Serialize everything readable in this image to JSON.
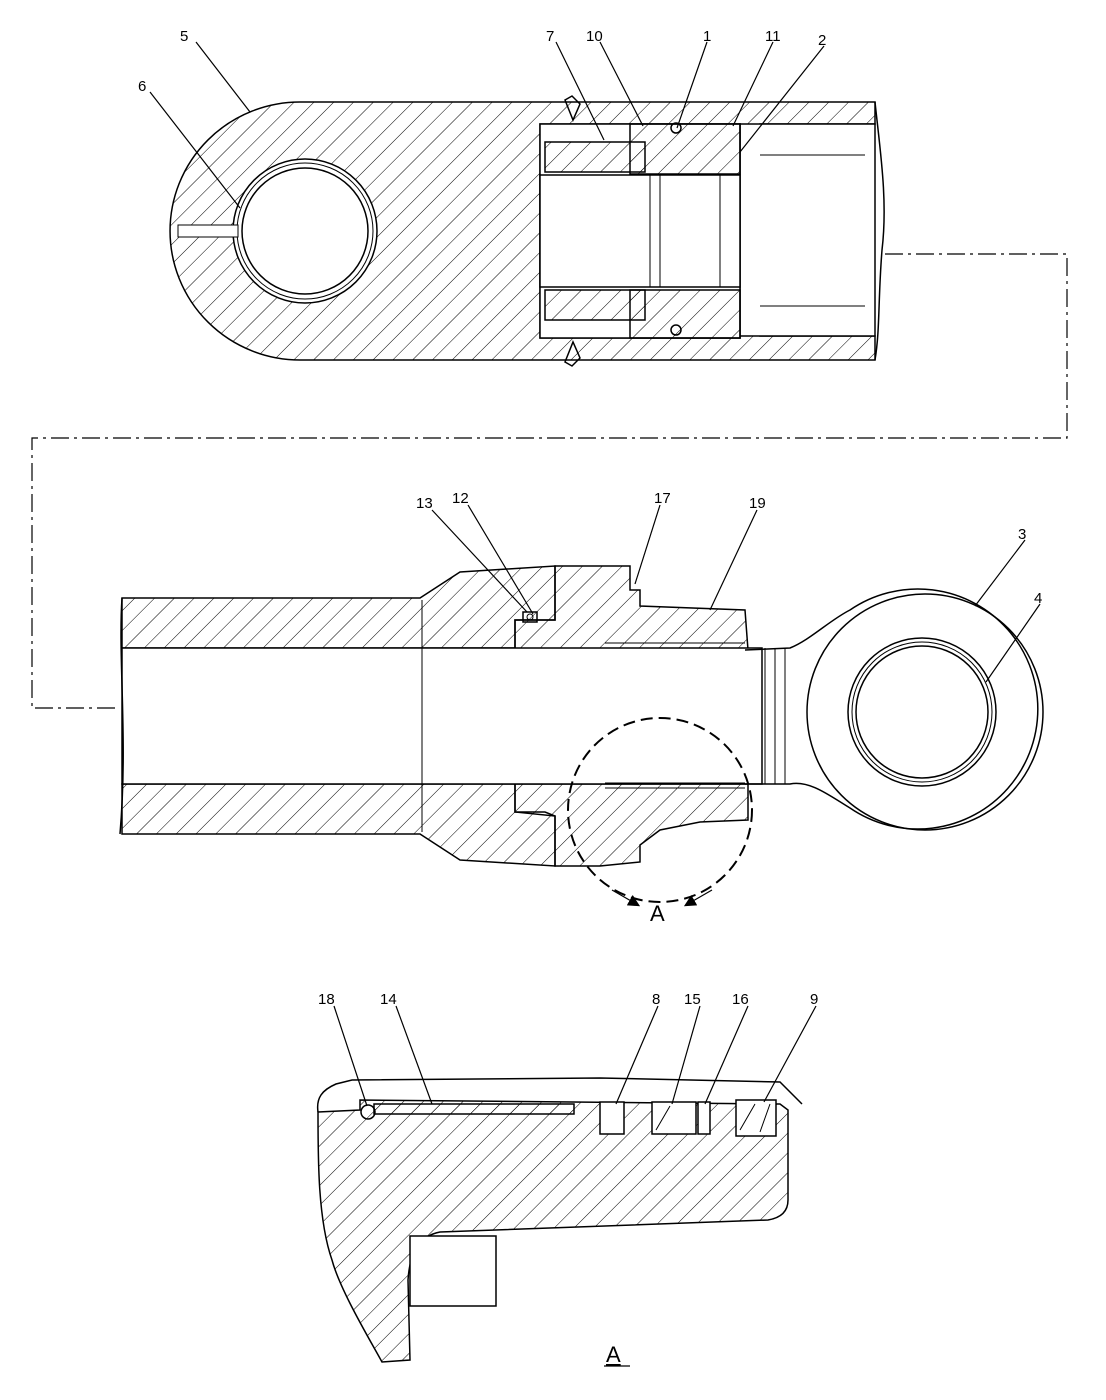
{
  "callouts_upper": {
    "c5": "5",
    "c6": "6",
    "c7": "7",
    "c10": "10",
    "c1": "1",
    "c11": "11",
    "c2": "2"
  },
  "callouts_middle": {
    "c13": "13",
    "c12": "12",
    "c17": "17",
    "c19": "19",
    "c3": "3",
    "c4": "4"
  },
  "callouts_detail": {
    "c18": "18",
    "c14": "14",
    "c8": "8",
    "c15": "15",
    "c16": "16",
    "c9": "9"
  },
  "detail_arrow_label": "A",
  "detail_view_label": "A"
}
